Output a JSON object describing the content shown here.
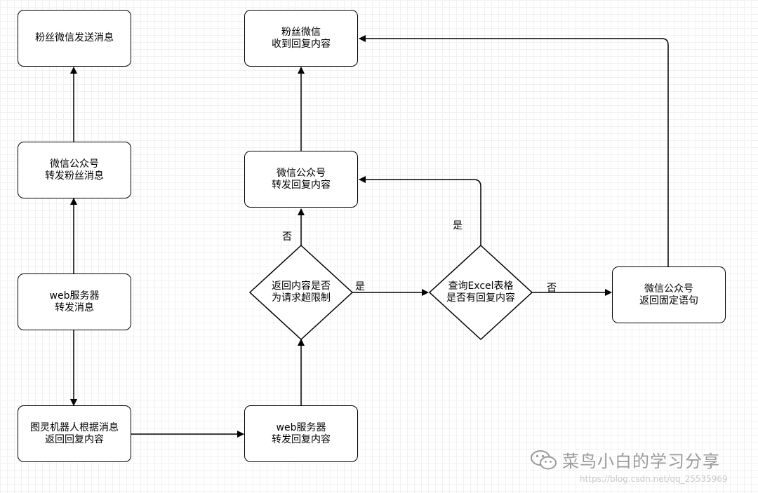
{
  "nodes": {
    "fan_send": [
      "粉丝微信发送消息"
    ],
    "fan_receive": [
      "粉丝微信",
      "收到回复内容"
    ],
    "wx_forward_fan": [
      "微信公众号",
      "转发粉丝消息"
    ],
    "wx_forward_reply": [
      "微信公众号",
      "转发回复内容"
    ],
    "web_forward_msg": [
      "web服务器",
      "转发消息"
    ],
    "turing_reply": [
      "图灵机器人根据消息",
      "返回回复内容"
    ],
    "web_forward_reply": [
      "web服务器",
      "转发回复内容"
    ],
    "wx_fixed_reply": [
      "微信公众号",
      "返回固定语句"
    ]
  },
  "decisions": {
    "limit_check": [
      "返回内容是否",
      "为请求超限制"
    ],
    "excel_check": [
      "查询Excel表格",
      "是否有回复内容"
    ]
  },
  "edge_labels": {
    "limit_no": "否",
    "limit_yes": "是",
    "excel_yes": "是",
    "excel_no": "否"
  },
  "watermark": {
    "text": "菜鸟小白的学习分享",
    "url": "https://blog.csdn.net/qq_25535969"
  },
  "colors": {
    "line": "#000000",
    "grid": "#f1f1f1",
    "watermark": "#9a9a9a"
  }
}
